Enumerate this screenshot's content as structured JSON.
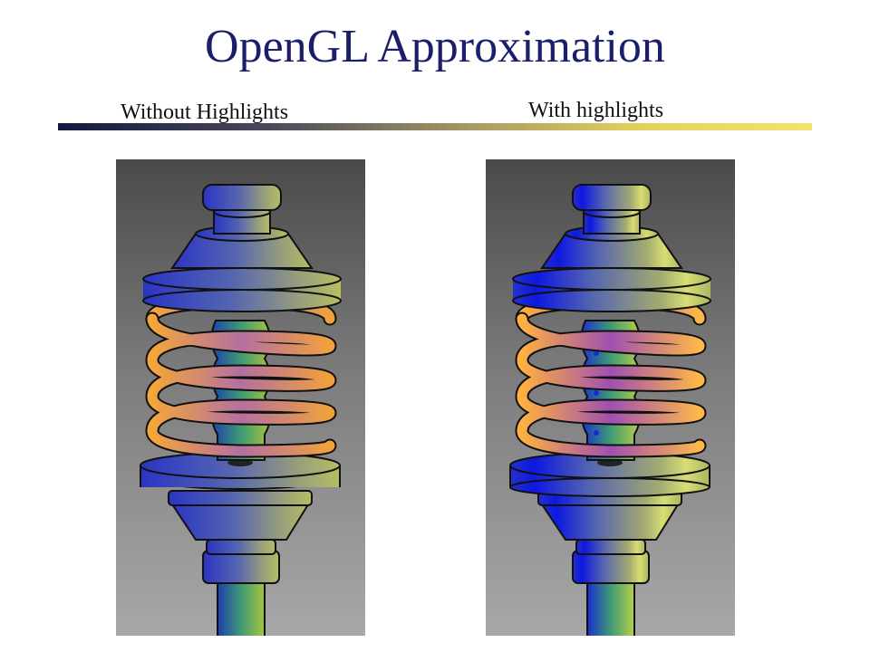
{
  "slide": {
    "title": "OpenGL Approximation"
  },
  "captions": {
    "left": "Without Highlights",
    "right": "With highlights"
  },
  "colors": {
    "title": "#1b1f6b",
    "cool": "#2b36c8",
    "warm": "#b5bf5a",
    "spring_warm": "#f2a23a",
    "spring_cool": "#a04aa8"
  }
}
